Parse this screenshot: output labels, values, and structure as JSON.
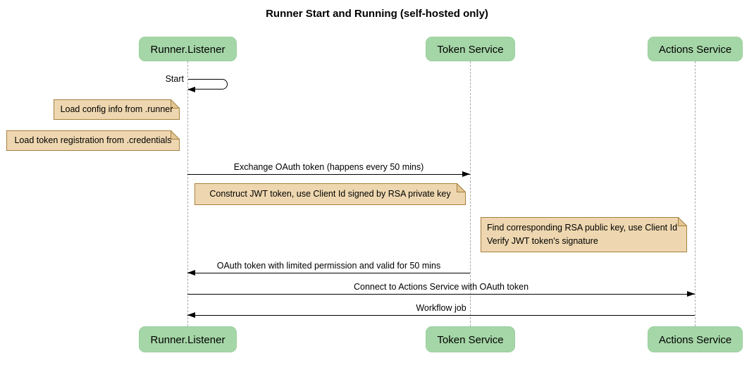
{
  "title": "Runner Start and Running (self-hosted only)",
  "participants": [
    {
      "id": "runner-listener",
      "label": "Runner.Listener"
    },
    {
      "id": "token-service",
      "label": "Token Service"
    },
    {
      "id": "actions-service",
      "label": "Actions Service"
    }
  ],
  "messages": [
    {
      "label": "Start",
      "from": "runner-listener",
      "to": "runner-listener",
      "type": "self"
    },
    {
      "label": "Exchange OAuth token (happens every 50 mins)",
      "from": "runner-listener",
      "to": "token-service",
      "type": "solid-arrow"
    },
    {
      "label": "OAuth token with limited permission and valid for 50 mins",
      "from": "token-service",
      "to": "runner-listener",
      "type": "solid-arrow"
    },
    {
      "label": "Connect to Actions Service with OAuth token",
      "from": "runner-listener",
      "to": "actions-service",
      "type": "solid-arrow"
    },
    {
      "label": "Workflow job",
      "from": "actions-service",
      "to": "runner-listener",
      "type": "solid-arrow"
    }
  ],
  "notes": [
    {
      "text": "Load config info from .runner",
      "position": "left-of-runner-listener"
    },
    {
      "text": "Load token registration from .credentials",
      "position": "left-of-runner-listener"
    },
    {
      "text": "Construct JWT token, use Client Id signed by RSA private key",
      "position": "left-of-token-service"
    },
    {
      "lines": [
        "Find corresponding RSA public key, use Client Id",
        "Verify JWT token's signature"
      ],
      "position": "left-of-actions-service"
    }
  ],
  "colors": {
    "participant_fill": "#a5d6a7",
    "participant_border": "#9bcf9d",
    "note_fill": "#eed7b0",
    "note_border": "#a5803c",
    "note_fold": "#e3c696",
    "lifeline": "#a8a8a8",
    "arrow": "#000000"
  }
}
